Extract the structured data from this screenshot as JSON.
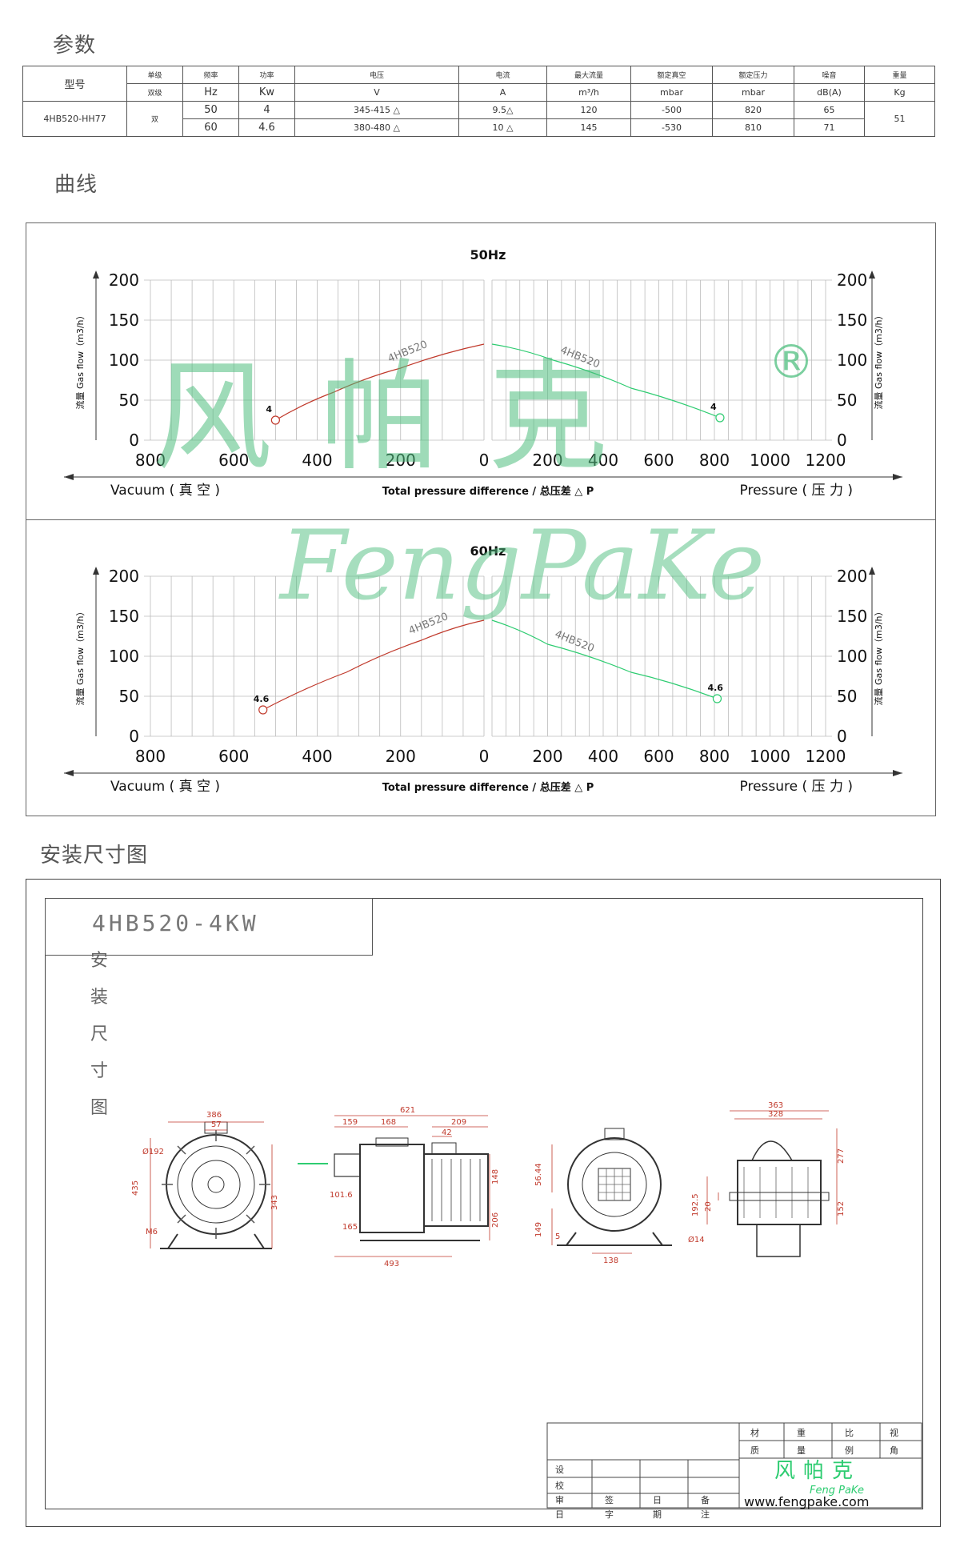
{
  "params": {
    "section_title": "参数",
    "headers": {
      "model": "型号",
      "phase": "单级",
      "freq": "频率",
      "power": "功率",
      "voltage": "电压",
      "current": "电流",
      "flow": "最大流量",
      "vacuum": "额定真空",
      "pressure": "额定压力",
      "noise": "噪音",
      "weight": "重量"
    },
    "units": {
      "phase": "双级",
      "freq": "Hz",
      "power": "Kw",
      "voltage": "V",
      "current": "A",
      "flow": "m³/h",
      "vacuum": "mbar",
      "pressure": "mbar",
      "noise": "dB(A)",
      "weight": "Kg"
    },
    "model": "4HB520-HH77",
    "phase_value": "双",
    "weight": "51",
    "rows": [
      {
        "freq": "50",
        "power": "4",
        "voltage": "345-415 △",
        "current": "9.5△",
        "flow": "120",
        "vacuum": "-500",
        "pressure": "820",
        "noise": "65"
      },
      {
        "freq": "60",
        "power": "4.6",
        "voltage": "380-480 △",
        "current": "10 △",
        "flow": "145",
        "vacuum": "-530",
        "pressure": "810",
        "noise": "71"
      }
    ]
  },
  "curves_title": "曲线",
  "dims_title": "安装尺寸图",
  "watermark": {
    "cn": "风帕克",
    "en": "FengPaKe",
    "reg": "®",
    "color": "#4fbf7f"
  },
  "chart_data": [
    {
      "type": "line",
      "title": "50Hz",
      "ylabel": "流量 Gas flow（m3/h）",
      "xlabel_left": "Vacuum ( 真 空 )",
      "xlabel_center": "Total pressure difference / 总压差 △ P",
      "xlabel_right": "Pressure ( 压 力 )",
      "x_left_ticks": [
        "800",
        "600",
        "400",
        "200",
        "0"
      ],
      "x_right_ticks": [
        "200",
        "400",
        "600",
        "800",
        "1000",
        "1200"
      ],
      "y_ticks": [
        "0",
        "50",
        "100",
        "150",
        "200"
      ],
      "ylim": [
        0,
        200
      ],
      "x_left_range": [
        800,
        0
      ],
      "x_right_range": [
        0,
        1200
      ],
      "series": [
        {
          "name": "4HB520",
          "side": "vacuum",
          "color": "#c0392b",
          "points": [
            [
              500,
              25
            ],
            [
              360,
              60
            ],
            [
              200,
              90
            ],
            [
              0,
              120
            ]
          ],
          "end_label": "4"
        },
        {
          "name": "4HB520",
          "side": "pressure",
          "color": "#2ecc71",
          "points": [
            [
              0,
              120
            ],
            [
              220,
              100
            ],
            [
              500,
              65
            ],
            [
              820,
              28
            ]
          ],
          "end_label": "4"
        }
      ]
    },
    {
      "type": "line",
      "title": "60Hz",
      "ylabel": "流量 Gas flow（m3/h）",
      "xlabel_left": "Vacuum ( 真 空 )",
      "xlabel_center": "Total pressure difference / 总压差 △ P",
      "xlabel_right": "Pressure ( 压 力 )",
      "x_left_ticks": [
        "800",
        "600",
        "400",
        "200",
        "0"
      ],
      "x_right_ticks": [
        "200",
        "400",
        "600",
        "800",
        "1000",
        "1200"
      ],
      "y_ticks": [
        "0",
        "50",
        "100",
        "150",
        "200"
      ],
      "ylim": [
        0,
        200
      ],
      "x_left_range": [
        800,
        0
      ],
      "x_right_range": [
        0,
        1200
      ],
      "series": [
        {
          "name": "4HB520",
          "side": "vacuum",
          "color": "#c0392b",
          "points": [
            [
              530,
              33
            ],
            [
              330,
              80
            ],
            [
              150,
              120
            ],
            [
              0,
              145
            ]
          ],
          "end_label": "4.6"
        },
        {
          "name": "4HB520",
          "side": "pressure",
          "color": "#2ecc71",
          "points": [
            [
              0,
              145
            ],
            [
              200,
              115
            ],
            [
              500,
              80
            ],
            [
              810,
              47
            ]
          ],
          "end_label": "4.6"
        }
      ]
    }
  ],
  "drawing": {
    "title": "4HB520-4KW",
    "vertical_label": [
      "安",
      "装",
      "尺",
      "寸",
      "图"
    ],
    "front_dims": [
      "386",
      "57",
      "Ø192",
      "435",
      "343",
      "M6"
    ],
    "side_dims": [
      "621",
      "159",
      "168",
      "209",
      "42",
      "101.6",
      "165",
      "493",
      "148",
      "206"
    ],
    "rear_dims": [
      "56.44",
      "149",
      "5",
      "138"
    ],
    "top_dims": [
      "363",
      "328",
      "277",
      "152",
      "192.5",
      "20",
      "Ø14"
    ],
    "title_block": {
      "cells_top": [
        "材",
        "重",
        "比",
        "视",
        "质",
        "量",
        "例",
        "角"
      ],
      "rows_left": [
        "设",
        "校",
        "审",
        "日"
      ],
      "cols_bottom": [
        "签",
        "字",
        "日",
        "期",
        "备",
        "注"
      ],
      "logo_cn": "风帕克",
      "logo_en": "Feng PaKe",
      "website": "www.fengpake.com"
    }
  }
}
